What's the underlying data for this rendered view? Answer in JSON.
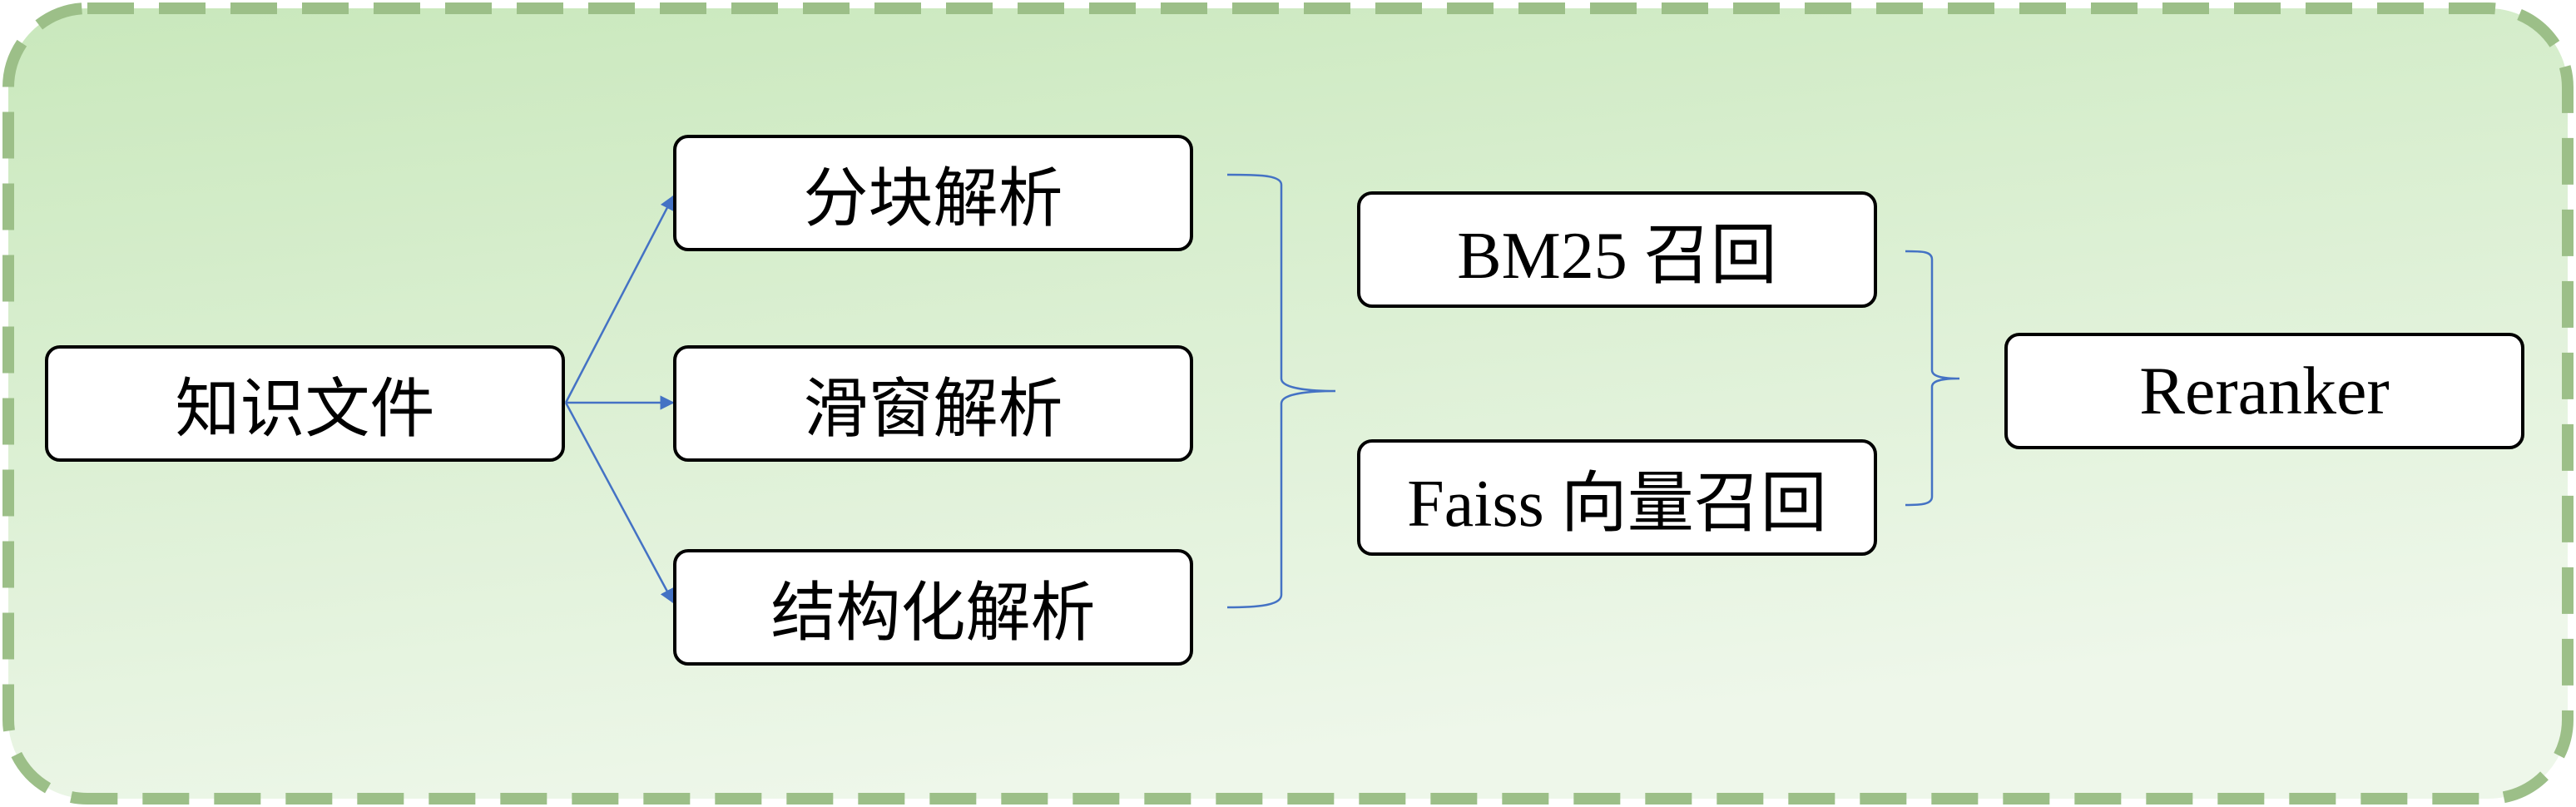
{
  "diagram": {
    "source": "知识文件",
    "parsers": [
      "分块解析",
      "滑窗解析",
      "结构化解析"
    ],
    "retrievers": [
      "BM25 召回",
      "Faiss 向量召回"
    ],
    "reranker": "Reranker"
  },
  "colors": {
    "panel_fill_top": "#c9e8bc",
    "panel_fill_bottom": "#edf6e8",
    "panel_border": "#9cbf88",
    "connector": "#4472c4",
    "node_border": "#000000",
    "node_fill": "#ffffff"
  }
}
